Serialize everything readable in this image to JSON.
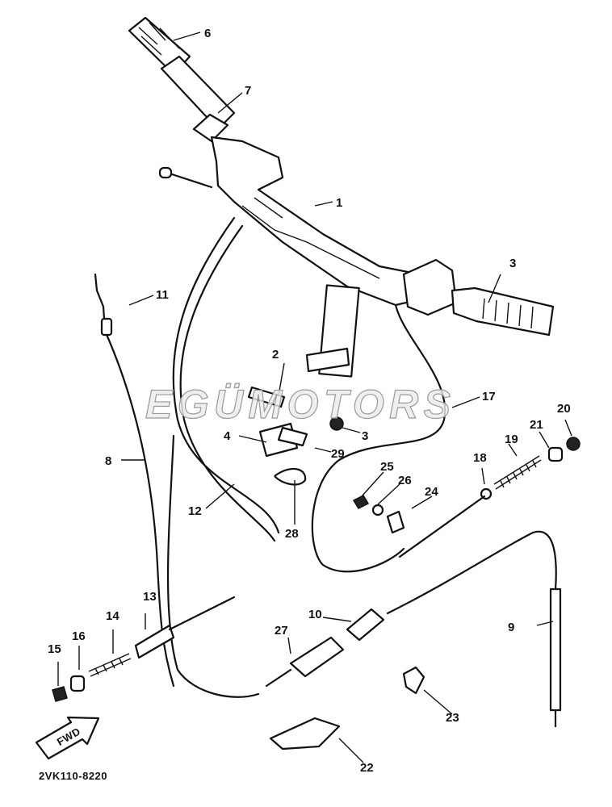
{
  "diagram": {
    "drawing_code": "2VK110-8220",
    "watermark": "EGÜMOTORS",
    "fwd_arrow": "FWD",
    "labels": {
      "p1": "1",
      "p2": "2",
      "p3a": "3",
      "p3b": "3",
      "p4": "4",
      "p6": "6",
      "p7": "7",
      "p8": "8",
      "p9": "9",
      "p10": "10",
      "p11": "11",
      "p12": "12",
      "p13": "13",
      "p14": "14",
      "p15": "15",
      "p16": "16",
      "p17": "17",
      "p18": "18",
      "p19": "19",
      "p20": "20",
      "p21": "21",
      "p22": "22",
      "p23": "23",
      "p24": "24",
      "p25": "25",
      "p26": "26",
      "p27": "27",
      "p28": "28",
      "p29": "29"
    }
  }
}
